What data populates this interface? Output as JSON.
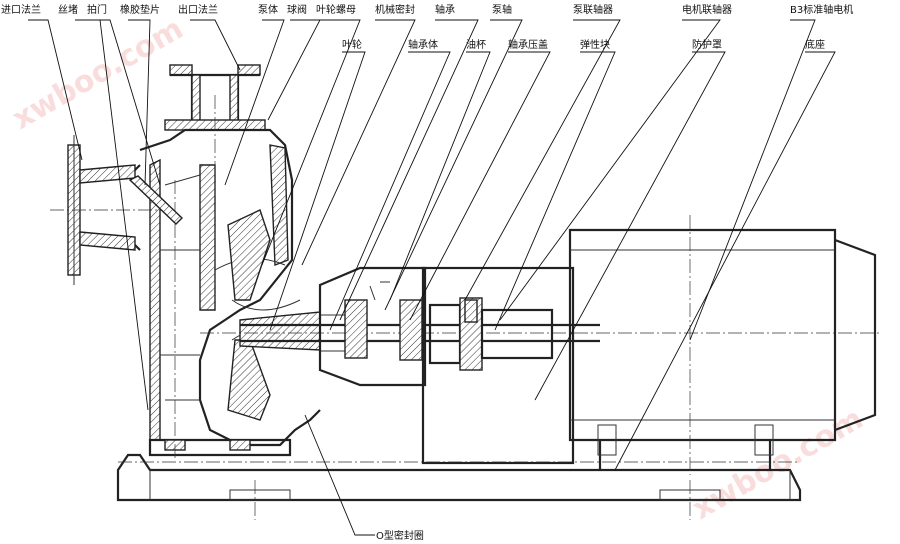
{
  "labels": [
    {
      "id": "inlet-flange",
      "text": "进口法兰"
    },
    {
      "id": "plug",
      "text": "丝堵"
    },
    {
      "id": "flap-door",
      "text": "拍门"
    },
    {
      "id": "rubber-gasket",
      "text": "橡胶垫片"
    },
    {
      "id": "outlet-flange",
      "text": "出口法兰"
    },
    {
      "id": "pump-body",
      "text": "泵体"
    },
    {
      "id": "ball-valve",
      "text": "球阀"
    },
    {
      "id": "impeller-nut",
      "text": "叶轮螺母"
    },
    {
      "id": "mechanical-seal",
      "text": "机械密封"
    },
    {
      "id": "bearing",
      "text": "轴承"
    },
    {
      "id": "pump-shaft",
      "text": "泵轴"
    },
    {
      "id": "pump-coupling",
      "text": "泵联轴器"
    },
    {
      "id": "motor-coupling",
      "text": "电机联轴器"
    },
    {
      "id": "b3-motor",
      "text": "B3标准轴电机"
    },
    {
      "id": "impeller",
      "text": "叶轮"
    },
    {
      "id": "bearing-housing",
      "text": "轴承体"
    },
    {
      "id": "oil-cup",
      "text": "油杯"
    },
    {
      "id": "bearing-cover",
      "text": "轴承压盖"
    },
    {
      "id": "elastic-block",
      "text": "弹性块"
    },
    {
      "id": "guard",
      "text": "防护罩"
    },
    {
      "id": "base",
      "text": "底座"
    },
    {
      "id": "o-ring",
      "text": "O型密封圈"
    }
  ],
  "watermark": "xwboo.com",
  "colors": {
    "line": "#111111",
    "watermark": "#f3b5b5",
    "background": "#ffffff"
  }
}
